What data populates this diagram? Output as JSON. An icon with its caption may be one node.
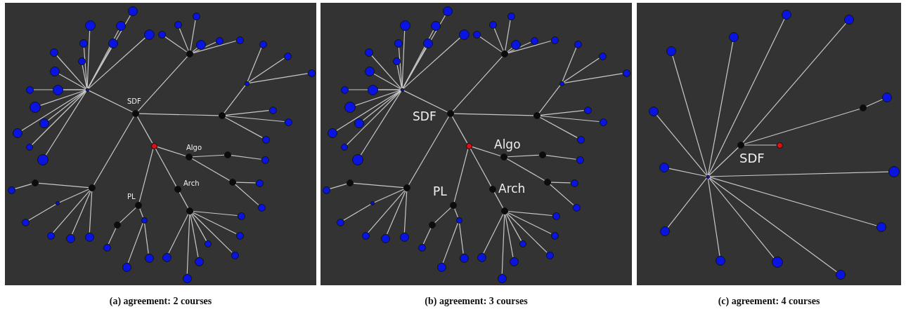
{
  "diagram": {
    "nodes": [
      {
        "text": [
          "(a) agreement: 2 courses"
        ]
      },
      {
        "text": [],
        "shape": "circle",
        "in": 0
      },
      {
        "text": [],
        "shape": "circle",
        "in": 0,
        "beside": [
          "SDF"
        ]
      },
      {
        "text": [],
        "shape": "circle",
        "in": 0
      },
      {
        "text": [],
        "shape": "circle",
        "in": 0
      },
      {
        "text": [],
        "shape": "circle",
        "in": 0
      },
      {
        "text": [],
        "shape": "circle",
        "in": 0
      },
      {
        "text": [],
        "shape": "circle",
        "in": 0
      },
      {
        "text": [],
        "shape": "circle",
        "in": 0,
        "beside": [
          "Algo"
        ]
      },
      {
        "text": [],
        "shape": "circle",
        "in": 0,
        "beside": [
          "Arch"
        ]
      },
      {
        "text": [],
        "shape": "circle",
        "in": 0,
        "beside": [
          "PL"
        ]
      },
      {
        "text": [],
        "shape": "circle",
        "in": 0
      },
      {
        "text": [],
        "shape": "circle",
        "in": 0
      },
      {
        "text": [],
        "shape": "circle",
        "in": 0
      },
      {
        "text": [],
        "shape": "circle",
        "in": 0
      },
      {
        "text": [],
        "shape": "circle",
        "in": 0
      },
      {
        "text": [],
        "shape": "circle",
        "in": 0
      },
      {
        "text": [],
        "shape": "circle",
        "in": 0
      },
      {
        "text": [],
        "shape": "circle",
        "in": 0
      },
      {
        "text": [],
        "shape": "circle",
        "in": 0
      },
      {
        "text": [],
        "shape": "circle",
        "in": 0
      },
      {
        "text": [],
        "shape": "circle",
        "in": 0
      },
      {
        "text": [],
        "shape": "circle",
        "in": 0
      },
      {
        "text": [],
        "shape": "circle",
        "in": 0
      },
      {
        "text": [],
        "shape": "circle",
        "in": 0
      },
      {
        "text": [],
        "shape": "circle",
        "in": 0
      },
      {
        "text": [],
        "shape": "circle",
        "in": 0
      },
      {
        "text": [],
        "shape": "circle",
        "in": 0
      },
      {
        "text": [],
        "shape": "circle",
        "in": 0
      },
      {
        "text": [],
        "shape": "circle",
        "in": 0
      },
      {
        "text": [],
        "shape": "circle",
        "in": 0
      },
      {
        "text": [],
        "shape": "circle",
        "in": 0
      },
      {
        "text": [],
        "shape": "circle",
        "in": 0
      },
      {
        "text": [],
        "shape": "circle",
        "in": 0
      },
      {
        "text": [],
        "shape": "circle",
        "in": 0
      },
      {
        "text": [],
        "shape": "circle",
        "in": 0
      },
      {
        "text": [],
        "shape": "circle",
        "in": 0
      },
      {
        "text": [],
        "shape": "circle",
        "in": 0
      },
      {
        "text": [],
        "shape": "circle",
        "in": 0
      },
      {
        "text": [],
        "shape": "circle",
        "in": 0
      },
      {
        "text": [],
        "shape": "circle",
        "in": 0
      },
      {
        "text": [],
        "shape": "circle",
        "in": 0
      },
      {
        "text": [],
        "shape": "circle",
        "in": 0
      },
      {
        "text": [],
        "shape": "circle",
        "in": 0
      },
      {
        "text": [],
        "shape": "circle",
        "in": 0
      },
      {
        "text": [],
        "shape": "circle",
        "in": 0
      },
      {
        "text": [],
        "shape": "circle",
        "in": 0
      },
      {
        "text": [],
        "shape": "circle",
        "in": 0
      },
      {
        "text": [],
        "shape": "circle",
        "in": 0
      },
      {
        "text": [],
        "shape": "circle",
        "in": 0
      },
      {
        "text": [],
        "shape": "circle",
        "in": 0
      },
      {
        "text": [],
        "shape": "circle",
        "in": 0
      },
      {
        "text": [],
        "shape": "circle",
        "in": 0
      },
      {
        "text": [],
        "shape": "circle",
        "in": 0
      },
      {
        "text": [],
        "shape": "circle",
        "in": 0
      },
      {
        "text": [],
        "shape": "circle",
        "in": 0
      },
      {
        "text": [],
        "shape": "circle",
        "in": 0
      },
      {
        "text": [],
        "shape": "circle",
        "in": 0
      },
      {
        "text": [],
        "shape": "circle",
        "in": 0
      },
      {
        "text": [],
        "shape": "circle",
        "in": 0
      },
      {
        "text": [],
        "shape": "circle",
        "in": 0
      },
      {
        "text": [],
        "shape": "circle",
        "in": 0
      },
      {
        "text": [],
        "shape": "circle",
        "in": 0
      },
      {
        "text": [],
        "shape": "circle",
        "in": 0
      },
      {
        "text": [
          "(b) agreement: 3 courses"
        ]
      },
      {
        "text": [],
        "shape": "circle",
        "in": 64
      },
      {
        "text": [],
        "shape": "circle",
        "in": 64,
        "beside": [
          "SDF"
        ]
      },
      {
        "text": [],
        "shape": "circle",
        "in": 64
      },
      {
        "text": [],
        "shape": "circle",
        "in": 64
      },
      {
        "text": [],
        "shape": "circle",
        "in": 64
      },
      {
        "text": [],
        "shape": "circle",
        "in": 64
      },
      {
        "text": [],
        "shape": "circle",
        "in": 64
      },
      {
        "text": [],
        "shape": "circle",
        "in": 64,
        "beside": [
          "Algo"
        ]
      },
      {
        "text": [],
        "shape": "circle",
        "in": 64,
        "beside": [
          "Arch"
        ]
      },
      {
        "text": [],
        "shape": "circle",
        "in": 64,
        "beside": [
          "PL"
        ]
      },
      {
        "text": [],
        "shape": "circle",
        "in": 64
      },
      {
        "text": [],
        "shape": "circle",
        "in": 64
      },
      {
        "text": [],
        "shape": "circle",
        "in": 64
      },
      {
        "text": [],
        "shape": "circle",
        "in": 64
      },
      {
        "text": [],
        "shape": "circle",
        "in": 64
      },
      {
        "text": [],
        "shape": "circle",
        "in": 64
      },
      {
        "text": [],
        "shape": "circle",
        "in": 64
      },
      {
        "text": [],
        "shape": "circle",
        "in": 64
      },
      {
        "text": [],
        "shape": "circle",
        "in": 64
      },
      {
        "text": [],
        "shape": "circle",
        "in": 64
      },
      {
        "text": [],
        "shape": "circle",
        "in": 64
      },
      {
        "text": [],
        "shape": "circle",
        "in": 64
      },
      {
        "text": [],
        "shape": "circle",
        "in": 64
      },
      {
        "text": [],
        "shape": "circle",
        "in": 64
      },
      {
        "text": [],
        "shape": "circle",
        "in": 64
      },
      {
        "text": [],
        "shape": "circle",
        "in": 64
      },
      {
        "text": [],
        "shape": "circle",
        "in": 64
      },
      {
        "text": [],
        "shape": "circle",
        "in": 64
      },
      {
        "text": [],
        "shape": "circle",
        "in": 64
      },
      {
        "text": [],
        "shape": "circle",
        "in": 64
      },
      {
        "text": [],
        "shape": "circle",
        "in": 64
      },
      {
        "text": [],
        "shape": "circle",
        "in": 64
      },
      {
        "text": [],
        "shape": "circle",
        "in": 64
      },
      {
        "text": [],
        "shape": "circle",
        "in": 64
      },
      {
        "text": [],
        "shape": "circle",
        "in": 64
      },
      {
        "text": [],
        "shape": "circle",
        "in": 64
      },
      {
        "text": [],
        "shape": "circle",
        "in": 64
      },
      {
        "text": [],
        "shape": "circle",
        "in": 64
      },
      {
        "text": [],
        "shape": "circle",
        "in": 64
      },
      {
        "text": [],
        "shape": "circle",
        "in": 64
      },
      {
        "text": [],
        "shape": "circle",
        "in": 64
      },
      {
        "text": [],
        "shape": "circle",
        "in": 64
      },
      {
        "text": [],
        "shape": "circle",
        "in": 64
      },
      {
        "text": [],
        "shape": "circle",
        "in": 64
      },
      {
        "text": [],
        "shape": "circle",
        "in": 64
      },
      {
        "text": [],
        "shape": "circle",
        "in": 64
      },
      {
        "text": [],
        "shape": "circle",
        "in": 64
      },
      {
        "text": [],
        "shape": "circle",
        "in": 64
      },
      {
        "text": [],
        "shape": "circle",
        "in": 64
      },
      {
        "text": [],
        "shape": "circle",
        "in": 64
      },
      {
        "text": [],
        "shape": "circle",
        "in": 64
      },
      {
        "text": [],
        "shape": "circle",
        "in": 64
      },
      {
        "text": [],
        "shape": "circle",
        "in": 64
      },
      {
        "text": [],
        "shape": "circle",
        "in": 64
      },
      {
        "text": [],
        "shape": "circle",
        "in": 64
      },
      {
        "text": [],
        "shape": "circle",
        "in": 64
      },
      {
        "text": [],
        "shape": "circle",
        "in": 64
      },
      {
        "text": [],
        "shape": "circle",
        "in": 64
      },
      {
        "text": [],
        "shape": "circle",
        "in": 64
      },
      {
        "text": [],
        "shape": "circle",
        "in": 64
      },
      {
        "text": [],
        "shape": "circle",
        "in": 64
      },
      {
        "text": [],
        "shape": "circle",
        "in": 64
      },
      {
        "text": [],
        "shape": "circle",
        "in": 64
      },
      {
        "text": [
          "(c) agreement: 4 courses"
        ]
      },
      {
        "text": [],
        "shape": "circle",
        "in": 128
      },
      {
        "text": [],
        "shape": "circle",
        "in": 128,
        "beside": [
          "SDF"
        ]
      },
      {
        "text": [],
        "shape": "circle",
        "in": 128
      },
      {
        "text": [],
        "shape": "circle",
        "in": 128
      },
      {
        "text": [],
        "shape": "circle",
        "in": 128
      },
      {
        "text": [],
        "shape": "circle",
        "in": 128
      },
      {
        "text": [],
        "shape": "circle",
        "in": 128
      },
      {
        "text": [],
        "shape": "circle",
        "in": 128
      },
      {
        "text": [],
        "shape": "circle",
        "in": 128
      },
      {
        "text": [],
        "shape": "circle",
        "in": 128
      },
      {
        "text": [],
        "shape": "circle",
        "in": 128
      },
      {
        "text": [],
        "shape": "circle",
        "in": 128
      },
      {
        "text": [],
        "shape": "circle",
        "in": 128
      },
      {
        "text": [],
        "shape": "circle",
        "in": 128
      },
      {
        "text": [],
        "shape": "circle",
        "in": 128
      },
      {
        "text": [],
        "shape": "circle",
        "in": 128
      },
      {
        "text": [],
        "shape": "circle",
        "in": 128
      }
    ],
    "edges": [
      {
        "from": 2,
        "to": 1,
        "arrow": "none"
      },
      {
        "from": 2,
        "to": 3,
        "arrow": "none"
      },
      {
        "from": 2,
        "to": 4,
        "arrow": "none"
      },
      {
        "from": 2,
        "to": 6,
        "arrow": "none"
      },
      {
        "from": 2,
        "to": 7,
        "arrow": "none"
      },
      {
        "from": 6,
        "to": 5,
        "arrow": "none"
      },
      {
        "from": 3,
        "to": 8,
        "arrow": "none"
      },
      {
        "from": 3,
        "to": 9,
        "arrow": "none"
      },
      {
        "from": 3,
        "to": 10,
        "arrow": "none"
      },
      {
        "from": 7,
        "to": 11,
        "arrow": "none"
      },
      {
        "from": 7,
        "to": 12,
        "arrow": "none"
      },
      {
        "from": 8,
        "to": 13,
        "arrow": "none"
      },
      {
        "from": 8,
        "to": 14,
        "arrow": "none"
      },
      {
        "from": 9,
        "to": 15,
        "arrow": "none"
      },
      {
        "from": 10,
        "to": 16,
        "arrow": "none"
      },
      {
        "from": 10,
        "to": 17,
        "arrow": "none"
      },
      {
        "from": 1,
        "to": 18,
        "arrow": "none"
      },
      {
        "from": 1,
        "to": 19,
        "arrow": "none"
      },
      {
        "from": 1,
        "to": 20,
        "arrow": "none"
      },
      {
        "from": 1,
        "to": 21,
        "arrow": "none"
      },
      {
        "from": 1,
        "to": 22,
        "arrow": "none"
      },
      {
        "from": 1,
        "to": 23,
        "arrow": "none"
      },
      {
        "from": 1,
        "to": 24,
        "arrow": "none"
      },
      {
        "from": 1,
        "to": 25,
        "arrow": "none"
      },
      {
        "from": 1,
        "to": 26,
        "arrow": "none"
      },
      {
        "from": 1,
        "to": 27,
        "arrow": "none"
      },
      {
        "from": 1,
        "to": 28,
        "arrow": "none"
      },
      {
        "from": 1,
        "to": 29,
        "arrow": "none"
      },
      {
        "from": 1,
        "to": 30,
        "arrow": "none"
      },
      {
        "from": 1,
        "to": 31,
        "arrow": "none"
      },
      {
        "from": 1,
        "to": 32,
        "arrow": "none"
      },
      {
        "from": 1,
        "to": 33,
        "arrow": "none"
      },
      {
        "from": 4,
        "to": 34,
        "arrow": "none"
      },
      {
        "from": 4,
        "to": 35,
        "arrow": "none"
      },
      {
        "from": 4,
        "to": 36,
        "arrow": "none"
      },
      {
        "from": 4,
        "to": 37,
        "arrow": "none"
      },
      {
        "from": 4,
        "to": 38,
        "arrow": "none"
      },
      {
        "from": 4,
        "to": 39,
        "arrow": "none"
      },
      {
        "from": 5,
        "to": 40,
        "arrow": "none"
      },
      {
        "from": 5,
        "to": 41,
        "arrow": "none"
      },
      {
        "from": 5,
        "to": 42,
        "arrow": "none"
      },
      {
        "from": 6,
        "to": 43,
        "arrow": "none"
      },
      {
        "from": 6,
        "to": 44,
        "arrow": "none"
      },
      {
        "from": 6,
        "to": 45,
        "arrow": "none"
      },
      {
        "from": 11,
        "to": 46,
        "arrow": "none"
      },
      {
        "from": 12,
        "to": 47,
        "arrow": "none"
      },
      {
        "from": 7,
        "to": 48,
        "arrow": "none"
      },
      {
        "from": 7,
        "to": 49,
        "arrow": "none"
      },
      {
        "from": 7,
        "to": 50,
        "arrow": "none"
      },
      {
        "from": 13,
        "to": 51,
        "arrow": "none"
      },
      {
        "from": 14,
        "to": 52,
        "arrow": "none"
      },
      {
        "from": 14,
        "to": 53,
        "arrow": "none"
      },
      {
        "from": 15,
        "to": 54,
        "arrow": "none"
      },
      {
        "from": 15,
        "to": 55,
        "arrow": "none"
      },
      {
        "from": 15,
        "to": 56,
        "arrow": "none"
      },
      {
        "from": 15,
        "to": 57,
        "arrow": "none"
      },
      {
        "from": 15,
        "to": 58,
        "arrow": "none"
      },
      {
        "from": 15,
        "to": 59,
        "arrow": "none"
      },
      {
        "from": 15,
        "to": 60,
        "arrow": "none"
      },
      {
        "from": 16,
        "to": 61,
        "arrow": "none"
      },
      {
        "from": 17,
        "to": 62,
        "arrow": "none"
      },
      {
        "from": 17,
        "to": 63,
        "arrow": "none"
      },
      {
        "from": 66,
        "to": 65,
        "arrow": "none"
      },
      {
        "from": 66,
        "to": 67,
        "arrow": "none"
      },
      {
        "from": 66,
        "to": 68,
        "arrow": "none"
      },
      {
        "from": 66,
        "to": 70,
        "arrow": "none"
      },
      {
        "from": 66,
        "to": 71,
        "arrow": "none"
      },
      {
        "from": 70,
        "to": 69,
        "arrow": "none"
      },
      {
        "from": 67,
        "to": 72,
        "arrow": "none"
      },
      {
        "from": 67,
        "to": 73,
        "arrow": "none"
      },
      {
        "from": 67,
        "to": 74,
        "arrow": "none"
      },
      {
        "from": 71,
        "to": 75,
        "arrow": "none"
      },
      {
        "from": 71,
        "to": 76,
        "arrow": "none"
      },
      {
        "from": 72,
        "to": 77,
        "arrow": "none"
      },
      {
        "from": 72,
        "to": 78,
        "arrow": "none"
      },
      {
        "from": 73,
        "to": 79,
        "arrow": "none"
      },
      {
        "from": 74,
        "to": 80,
        "arrow": "none"
      },
      {
        "from": 74,
        "to": 81,
        "arrow": "none"
      },
      {
        "from": 65,
        "to": 82,
        "arrow": "none"
      },
      {
        "from": 65,
        "to": 83,
        "arrow": "none"
      },
      {
        "from": 65,
        "to": 84,
        "arrow": "none"
      },
      {
        "from": 65,
        "to": 85,
        "arrow": "none"
      },
      {
        "from": 65,
        "to": 86,
        "arrow": "none"
      },
      {
        "from": 65,
        "to": 87,
        "arrow": "none"
      },
      {
        "from": 65,
        "to": 88,
        "arrow": "none"
      },
      {
        "from": 65,
        "to": 89,
        "arrow": "none"
      },
      {
        "from": 65,
        "to": 90,
        "arrow": "none"
      },
      {
        "from": 65,
        "to": 91,
        "arrow": "none"
      },
      {
        "from": 65,
        "to": 92,
        "arrow": "none"
      },
      {
        "from": 65,
        "to": 93,
        "arrow": "none"
      },
      {
        "from": 65,
        "to": 94,
        "arrow": "none"
      },
      {
        "from": 65,
        "to": 95,
        "arrow": "none"
      },
      {
        "from": 65,
        "to": 96,
        "arrow": "none"
      },
      {
        "from": 65,
        "to": 97,
        "arrow": "none"
      },
      {
        "from": 68,
        "to": 98,
        "arrow": "none"
      },
      {
        "from": 68,
        "to": 99,
        "arrow": "none"
      },
      {
        "from": 68,
        "to": 100,
        "arrow": "none"
      },
      {
        "from": 68,
        "to": 101,
        "arrow": "none"
      },
      {
        "from": 68,
        "to": 102,
        "arrow": "none"
      },
      {
        "from": 68,
        "to": 103,
        "arrow": "none"
      },
      {
        "from": 69,
        "to": 104,
        "arrow": "none"
      },
      {
        "from": 69,
        "to": 105,
        "arrow": "none"
      },
      {
        "from": 69,
        "to": 106,
        "arrow": "none"
      },
      {
        "from": 70,
        "to": 107,
        "arrow": "none"
      },
      {
        "from": 70,
        "to": 108,
        "arrow": "none"
      },
      {
        "from": 70,
        "to": 109,
        "arrow": "none"
      },
      {
        "from": 75,
        "to": 110,
        "arrow": "none"
      },
      {
        "from": 76,
        "to": 111,
        "arrow": "none"
      },
      {
        "from": 71,
        "to": 112,
        "arrow": "none"
      },
      {
        "from": 71,
        "to": 113,
        "arrow": "none"
      },
      {
        "from": 71,
        "to": 114,
        "arrow": "none"
      },
      {
        "from": 77,
        "to": 115,
        "arrow": "none"
      },
      {
        "from": 78,
        "to": 116,
        "arrow": "none"
      },
      {
        "from": 78,
        "to": 117,
        "arrow": "none"
      },
      {
        "from": 79,
        "to": 118,
        "arrow": "none"
      },
      {
        "from": 79,
        "to": 119,
        "arrow": "none"
      },
      {
        "from": 79,
        "to": 120,
        "arrow": "none"
      },
      {
        "from": 79,
        "to": 121,
        "arrow": "none"
      },
      {
        "from": 79,
        "to": 122,
        "arrow": "none"
      },
      {
        "from": 79,
        "to": 123,
        "arrow": "none"
      },
      {
        "from": 79,
        "to": 124,
        "arrow": "none"
      },
      {
        "from": 80,
        "to": 125,
        "arrow": "none"
      },
      {
        "from": 81,
        "to": 126,
        "arrow": "none"
      },
      {
        "from": 81,
        "to": 127,
        "arrow": "none"
      },
      {
        "from": 129,
        "to": 130,
        "arrow": "none"
      },
      {
        "from": 130,
        "to": 131,
        "arrow": "none"
      },
      {
        "from": 130,
        "to": 132,
        "arrow": "none"
      },
      {
        "from": 132,
        "to": 137,
        "arrow": "none"
      },
      {
        "from": 130,
        "to": 136,
        "arrow": "none"
      },
      {
        "from": 129,
        "to": 133,
        "arrow": "none"
      },
      {
        "from": 129,
        "to": 134,
        "arrow": "none"
      },
      {
        "from": 129,
        "to": 135,
        "arrow": "none"
      },
      {
        "from": 129,
        "to": 138,
        "arrow": "none"
      },
      {
        "from": 129,
        "to": 139,
        "arrow": "none"
      },
      {
        "from": 129,
        "to": 140,
        "arrow": "none"
      },
      {
        "from": 129,
        "to": 141,
        "arrow": "none"
      },
      {
        "from": 129,
        "to": 142,
        "arrow": "none"
      },
      {
        "from": 129,
        "to": 143,
        "arrow": "none"
      },
      {
        "from": 129,
        "to": 144,
        "arrow": "none"
      },
      {
        "from": 129,
        "to": 145,
        "arrow": "none"
      }
    ]
  }
}
